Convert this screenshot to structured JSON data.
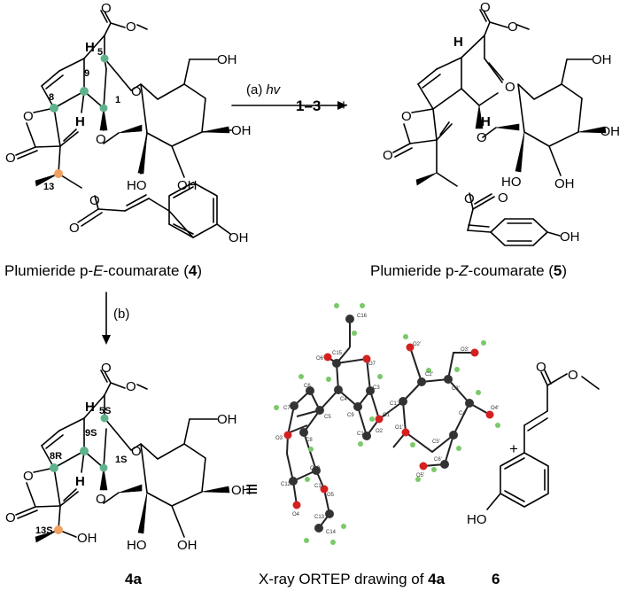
{
  "arrow_a": {
    "prefix": "(a)",
    "reagent": "hv"
  },
  "product_range": "1–3",
  "plus": "+",
  "compound4": {
    "name_prefix": "Plumieride p-",
    "isomer": "E",
    "name_suffix": "-coumarate (",
    "number": "4",
    "close": ")",
    "locants": {
      "l5": "5",
      "l8": "8",
      "l9": "9",
      "l1": "1",
      "l13": "13"
    }
  },
  "compound5": {
    "name_prefix": "Plumieride p-",
    "isomer": "Z",
    "name_suffix": "-coumarate (",
    "number": "5",
    "close": ")"
  },
  "arrow_b": {
    "label": "(b)"
  },
  "compound4a": {
    "number": "4a",
    "locants": {
      "l5": "5S",
      "l8": "8R",
      "l9": "9S",
      "l1": "1S",
      "l13": "13S"
    }
  },
  "ortep": {
    "caption_prefix": "X-ray ORTEP drawing of ",
    "caption_compound": "4a",
    "equiv": "≡",
    "atoms": {
      "C16": "C16",
      "O6": "O6",
      "C15": "C15",
      "O7": "O7",
      "C4": "C4",
      "C5": "C5",
      "C6": "C6",
      "C7": "C7",
      "C8": "C8",
      "C9": "C9",
      "C3": "C3",
      "O1": "O1",
      "C1": "C1",
      "O2": "O2",
      "O3": "O3",
      "C10": "C10",
      "C12": "C12",
      "C11": "C11",
      "O4": "O4",
      "O5": "O5",
      "C13": "C13",
      "C14": "C14",
      "C1p": "C1'",
      "O1p": "O1'",
      "C2p": "C2'",
      "O2p": "O2'",
      "O3p": "O3'",
      "C3p": "C3'",
      "C4p": "C4'",
      "O4p": "O4'",
      "C5p": "C5'",
      "C6p": "C6'",
      "O5p": "O5'"
    }
  },
  "compound6": {
    "number": "6"
  },
  "atoms": {
    "O": "O",
    "OH": "OH",
    "HO": "HO",
    "H": "H"
  },
  "colors": {
    "green_marker": "#5fb38a",
    "orange_marker": "#f0a060",
    "ortep_red": "#d42020"
  }
}
